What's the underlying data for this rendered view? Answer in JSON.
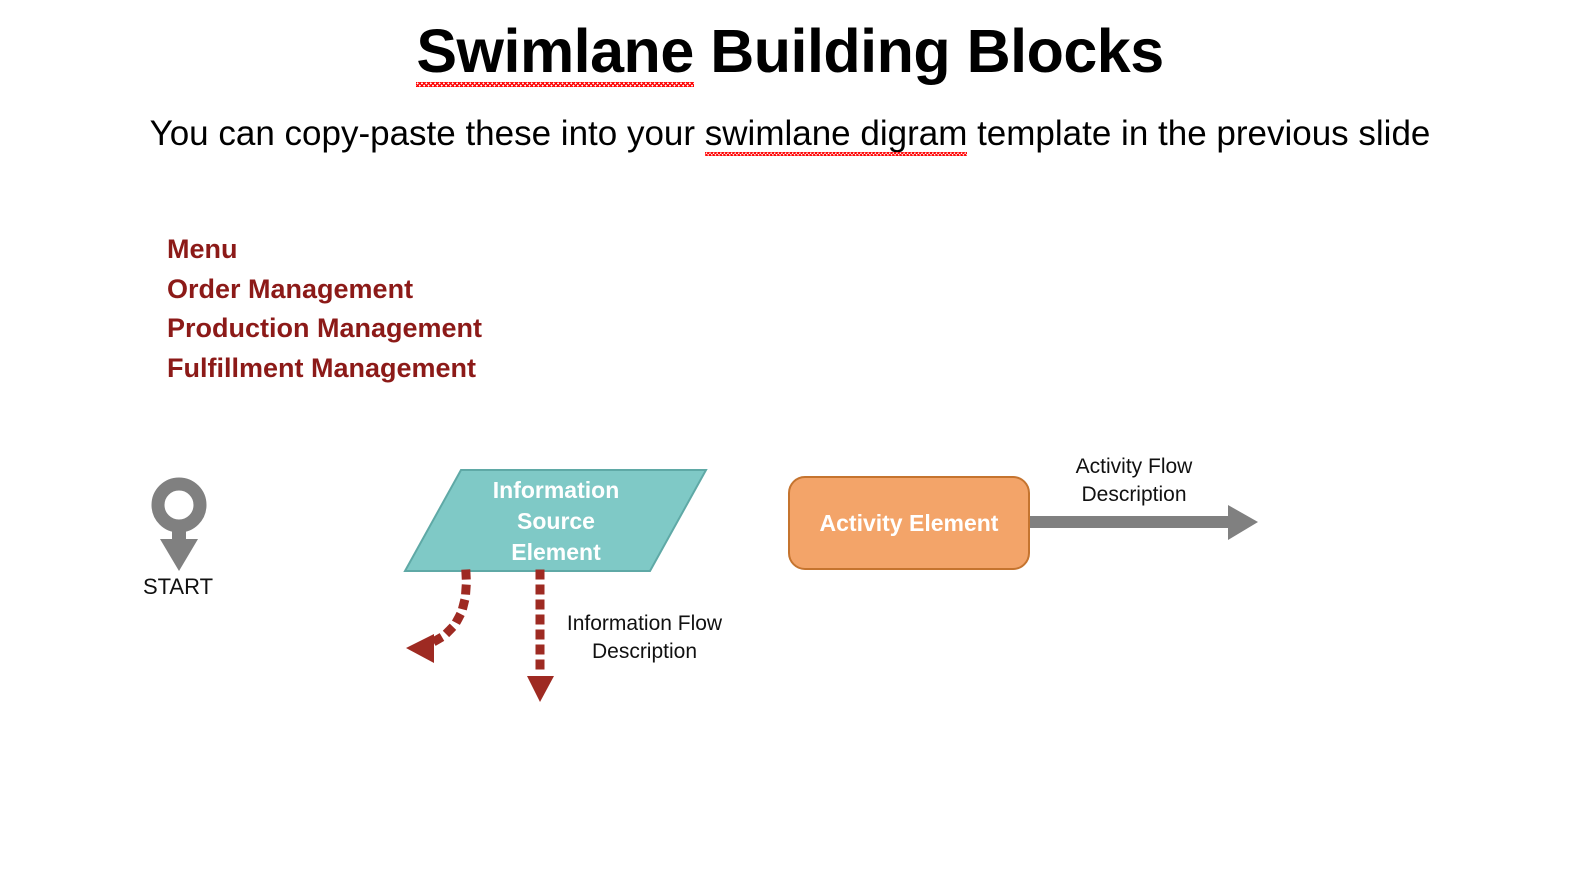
{
  "slide": {
    "title": "Swimlane Building Blocks",
    "title_parts": {
      "misspelled": "Swimlane",
      "rest": " Building Blocks"
    },
    "subtitle": "You can copy-paste these into your swimlane digram template in the previous slide",
    "subtitle_parts": {
      "before": "You can copy-paste these into your ",
      "misspelled": "swimlane digram",
      "after": " template in the previous slide"
    },
    "background_color": "#FFFFFF",
    "spellcheck_underline_color": "#FF0000"
  },
  "menu": {
    "color": "#8C1A18",
    "items": [
      {
        "label": "Menu"
      },
      {
        "label": "Order Management"
      },
      {
        "label": "Production Management"
      },
      {
        "label": "Fulfillment Management"
      }
    ]
  },
  "diagram": {
    "start": {
      "label": "START",
      "icon": "start-circle-arrow-icon",
      "color": "#808080"
    },
    "information_source": {
      "label": "Information Source Element",
      "lines": [
        "Information",
        "Source",
        "Element"
      ],
      "shape": "parallelogram",
      "fill": "#7FC9C6",
      "stroke": "#5FA9A6",
      "text_color": "#FFFFFF"
    },
    "activity": {
      "label": "Activity Element",
      "shape": "rounded-rectangle",
      "fill": "#F3A469",
      "stroke": "#C5742F",
      "text_color": "#FFFFFF"
    },
    "activity_flow": {
      "lines": [
        "Activity Flow",
        "Description"
      ],
      "arrow_style": "solid",
      "color": "#808080"
    },
    "information_flow": {
      "lines": [
        "Information Flow",
        "Description"
      ],
      "arrow_style": "dotted",
      "color": "#9E2A22"
    }
  }
}
